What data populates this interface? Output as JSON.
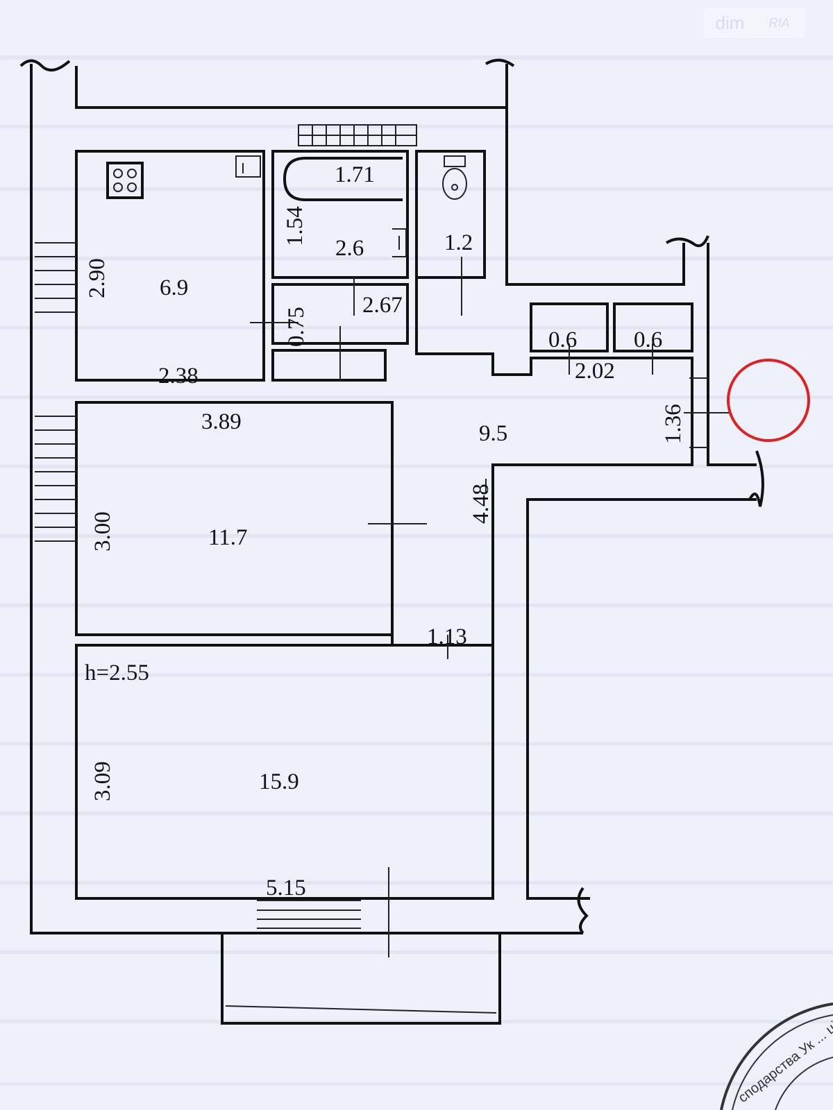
{
  "watermark": {
    "brand": "dim",
    "brand2": "RIA"
  },
  "rooms": {
    "kitchen": {
      "area": "6.9",
      "height_dim": "2.90",
      "width_dim": "2.38"
    },
    "bathroom": {
      "area": "2.6",
      "width_dim": "1.71",
      "height_dim": "1.54"
    },
    "wc": {
      "area": "1.2"
    },
    "corridor": {
      "width_dim": "0.75",
      "length_dim": "2.67"
    },
    "closet_1": {
      "area": "0.6"
    },
    "closet_2": {
      "area": "0.6"
    },
    "hall": {
      "area": "9.5",
      "length_dim": "4.48",
      "width_dim": "2.02",
      "depth_dim": "1.36",
      "passage_dim": "1.13"
    },
    "room_1": {
      "area": "11.7",
      "width_dim": "3.89",
      "height_dim": "3.00"
    },
    "room_2": {
      "area": "15.9",
      "ceiling_height": "h=2.55",
      "height_dim": "3.09",
      "width_dim": "5.15"
    }
  },
  "stamp": {
    "text": "сподарства Ук ... ційна арх"
  },
  "colors": {
    "marker_circle": "#e02020",
    "line": "#111111",
    "paper": "#eef0fa"
  }
}
